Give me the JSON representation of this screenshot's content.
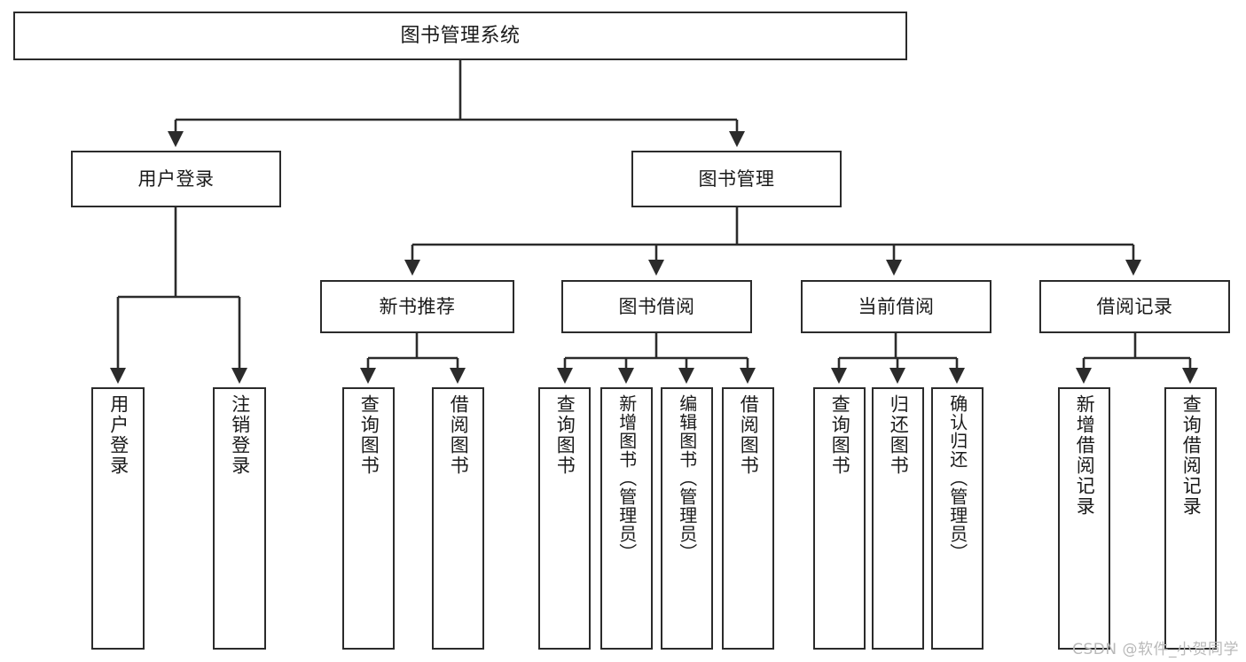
{
  "diagram": {
    "title": "图书管理系统",
    "watermark": "CSDN @软件_小贺同学",
    "line_color": "#2b2b2b",
    "box_fill": "#ffffff",
    "text_color": "#1a1a1a",
    "watermark_color": "#b9b9b9",
    "nodes": {
      "root": {
        "label": "图书管理系统"
      },
      "level1": [
        {
          "label": "用户登录"
        },
        {
          "label": "图书管理"
        }
      ],
      "level2": [
        {
          "label": "新书推荐"
        },
        {
          "label": "图书借阅"
        },
        {
          "label": "当前借阅"
        },
        {
          "label": "借阅记录"
        }
      ],
      "leaves": {
        "user_login": [
          {
            "label": "用户登录"
          },
          {
            "label": "注销登录"
          }
        ],
        "new_book_recommend": [
          {
            "label": "查询图书"
          },
          {
            "label": "借阅图书"
          }
        ],
        "book_borrow": [
          {
            "label": "查询图书"
          },
          {
            "label": "新增图书（管理员）"
          },
          {
            "label": "编辑图书（管理员）"
          },
          {
            "label": "借阅图书"
          }
        ],
        "current_borrow": [
          {
            "label": "查询图书"
          },
          {
            "label": "归还图书"
          },
          {
            "label": "确认归还（管理员）"
          }
        ],
        "borrow_record": [
          {
            "label": "新增借阅记录"
          },
          {
            "label": "查询借阅记录"
          }
        ]
      }
    }
  }
}
